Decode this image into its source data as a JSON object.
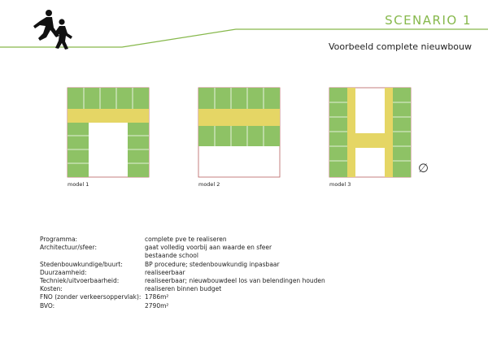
{
  "header": {
    "title": "SCENARIO 1",
    "subtitle": "Voorbeeld complete nieuwbouw"
  },
  "colors": {
    "accent": "#86b84b",
    "block_green": "#8ec265",
    "block_yellow": "#e5d665",
    "outline_red": "#b75f5f"
  },
  "models": [
    {
      "caption": "model 1"
    },
    {
      "caption": "model 2"
    },
    {
      "caption": "model 3"
    }
  ],
  "orientation_symbol": "∅",
  "details": [
    {
      "label": "Programma:",
      "value": "complete pve te realiseren"
    },
    {
      "label": "Architectuur/sfeer:",
      "value": "gaat volledig voorbij aan waarde en sfeer"
    },
    {
      "label": "",
      "value": "bestaande school"
    },
    {
      "label": "Stedenbouwkundige/buurt:",
      "value": "BP procedure; stedenbouwkundig inpasbaar"
    },
    {
      "label": "Duurzaamheid:",
      "value": "realiseerbaar"
    },
    {
      "label": "Techniek/uitvoerbaarheid:",
      "value": "realiseerbaar; nieuwbouwdeel los van belendingen houden"
    },
    {
      "label": "Kosten:",
      "value": "realiseren binnen budget"
    },
    {
      "label": "FNO (zonder verkeersoppervlak):",
      "value": "1786m²"
    },
    {
      "label": "BVO:",
      "value": "2790m²"
    }
  ]
}
